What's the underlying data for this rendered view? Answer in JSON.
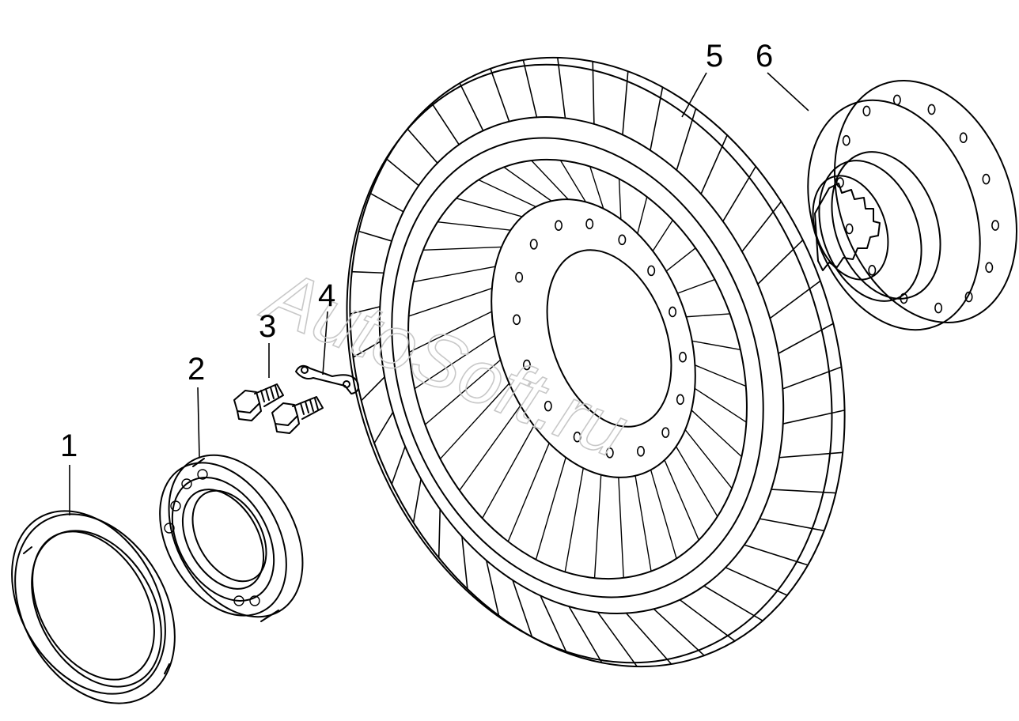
{
  "callouts": [
    {
      "id": "1",
      "text": "1"
    },
    {
      "id": "2",
      "text": "2"
    },
    {
      "id": "3",
      "text": "3"
    },
    {
      "id": "4",
      "text": "4"
    },
    {
      "id": "5",
      "text": "5"
    },
    {
      "id": "6",
      "text": "6"
    }
  ],
  "watermark": "AutoSoft.ru",
  "colors": {
    "line": "#000000",
    "watermark": "#c8c8c8",
    "background": "#ffffff"
  }
}
